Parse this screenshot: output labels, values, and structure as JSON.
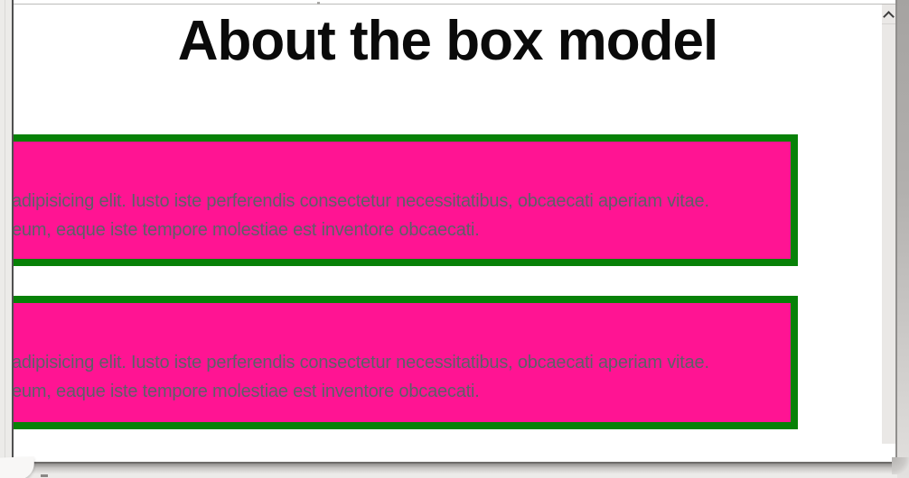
{
  "page": {
    "title": "About the box model"
  },
  "boxes": [
    {
      "lines": [
        "adipisicing elit. Iusto iste perferendis consectetur necessitatibus, obcaecati aperiam vitae.",
        "eum, eaque iste tempore molestiae est inventore obcaecati."
      ]
    },
    {
      "lines": [
        "adipisicing elit. Iusto iste perferendis consectetur necessitatibus, obcaecati aperiam vitae.",
        "eum, eaque iste tempore molestiae est inventore obcaecati."
      ]
    }
  ],
  "scrollbar": {
    "up_icon": "chevron-up"
  },
  "colors": {
    "box_background": "#ff1493",
    "box_border": "#078107",
    "box_text": "#5c6067",
    "page_background": "#ffffff",
    "frame_background": "#ecebe9"
  }
}
